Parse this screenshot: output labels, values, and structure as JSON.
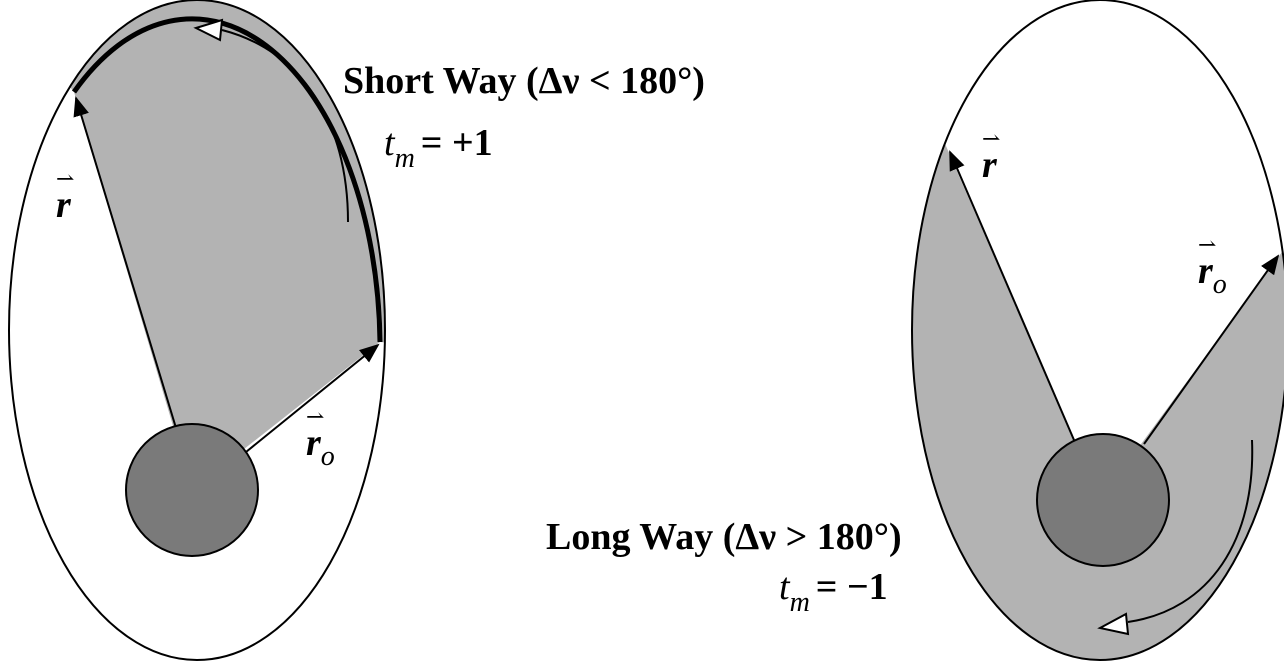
{
  "short_way": {
    "title": "Short Way (Δν < 180°)",
    "tm_symbol": "t",
    "tm_subscript": "m",
    "tm_value": "= +1",
    "r_label": "r",
    "r0_label": "r",
    "r0_subscript": "o"
  },
  "long_way": {
    "title": "Long Way (Δν > 180°)",
    "tm_symbol": "t",
    "tm_subscript": "m",
    "tm_value": "= −1",
    "r_label": "r",
    "r0_label": "r",
    "r0_subscript": "o"
  },
  "colors": {
    "shaded_region": "#b3b3b3",
    "central_body": "#7a7a7a",
    "outline": "#000000",
    "background": "#ffffff"
  }
}
